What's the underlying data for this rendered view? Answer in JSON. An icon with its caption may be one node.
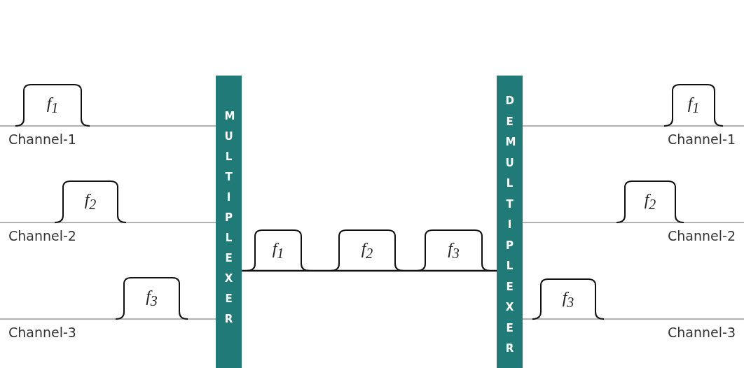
{
  "diagram": {
    "nodes": [
      {
        "text": [
          "Channel-1"
        ]
      },
      {
        "text": [
          "f$_{1}$"
        ]
      },
      {
        "text": [
          "Channel-2"
        ]
      },
      {
        "text": [
          "f$_{2}$"
        ]
      },
      {
        "text": [
          "Channel-3"
        ]
      },
      {
        "text": [
          "f$_{3}$"
        ]
      },
      {
        "text": [
          "MULTIPLEXER"
        ]
      },
      {
        "text": [
          "f$_{1}$"
        ]
      },
      {
        "text": [
          "f$_{2}$"
        ]
      },
      {
        "text": [
          "f$_{3}$"
        ]
      },
      {
        "text": [
          "DEMULTIPLEXER"
        ]
      },
      {
        "text": [
          "f$_{1}$"
        ]
      },
      {
        "text": [
          "Channel-1"
        ]
      },
      {
        "text": [
          "f$_{2}$"
        ]
      },
      {
        "text": [
          "Channel-2"
        ]
      },
      {
        "text": [
          "f$_{3}$"
        ]
      },
      {
        "text": [
          "Channel-3"
        ]
      }
    ],
    "edges": [
      {
        "from": 0,
        "to": 6,
        "arrow": "none"
      },
      {
        "from": 2,
        "to": 6,
        "arrow": "none"
      },
      {
        "from": 4,
        "to": 6,
        "arrow": "none"
      },
      {
        "from": 6,
        "to": 10,
        "arrow": "none"
      },
      {
        "from": 10,
        "to": 12,
        "arrow": "none"
      },
      {
        "from": 10,
        "to": 14,
        "arrow": "none"
      },
      {
        "from": 10,
        "to": 16,
        "arrow": "none"
      }
    ]
  }
}
